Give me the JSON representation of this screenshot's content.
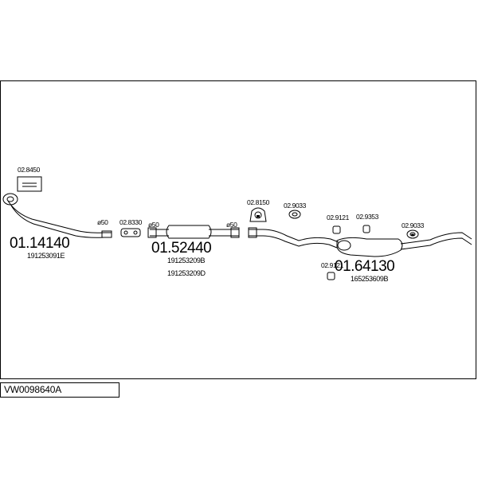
{
  "diagram_code": "VW0098640A",
  "parts": [
    {
      "number": "01.14140",
      "oem": [
        "191253091E"
      ]
    },
    {
      "number": "01.52440",
      "oem": [
        "191253209B",
        "191253209D"
      ]
    },
    {
      "number": "01.64130",
      "oem": [
        "165253609B"
      ]
    }
  ],
  "accessories": {
    "bracket_top_left": "02.8450",
    "clamp_a": "02.8330",
    "hanger_a": "02.8150",
    "hanger_b": "02.9033",
    "hanger_c": "02.9121",
    "hanger_d": "02.9353",
    "hanger_e": "02.9033",
    "hanger_f": "02.9121"
  },
  "diameters": {
    "d1": "ø50",
    "d2": "ø50",
    "d3": "ø50"
  }
}
